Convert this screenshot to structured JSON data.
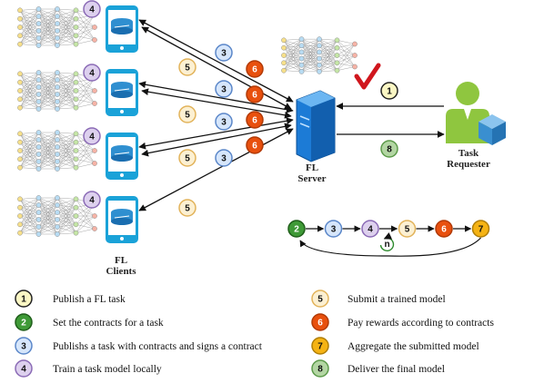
{
  "labels": {
    "server": [
      "FL",
      "Server"
    ],
    "clients": [
      "FL",
      "Clients"
    ],
    "requester": [
      "Task",
      "Requester"
    ],
    "loop": "n"
  },
  "steps": [
    {
      "n": "1",
      "text": "Publish a FL task",
      "fill": "#fbf7c4",
      "stroke": "#222222",
      "textColor": "#111111"
    },
    {
      "n": "2",
      "text": "Set the contracts for a task",
      "fill": "#3f9a37",
      "stroke": "#1f5e1a",
      "textColor": "#ffffff"
    },
    {
      "n": "3",
      "text": "Publishs a task with contracts and signs a contract",
      "fill": "#d6e6fb",
      "stroke": "#5b87c9",
      "textColor": "#111111"
    },
    {
      "n": "4",
      "text": "Train a task model locally",
      "fill": "#ddd0ee",
      "stroke": "#8b6bb6",
      "textColor": "#111111"
    },
    {
      "n": "5",
      "text": "Submit a trained model",
      "fill": "#fcf0d2",
      "stroke": "#e2b35a",
      "textColor": "#111111"
    },
    {
      "n": "6",
      "text": "Pay rewards according to contracts",
      "fill": "#e8500e",
      "stroke": "#b23a05",
      "textColor": "#ffffff"
    },
    {
      "n": "7",
      "text": "Aggregate the submitted model",
      "fill": "#f5b314",
      "stroke": "#b07e05",
      "textColor": "#111111"
    },
    {
      "n": "8",
      "text": "Deliver the final model",
      "fill": "#b3d6a3",
      "stroke": "#5c9a49",
      "textColor": "#111111"
    }
  ],
  "flow": [
    "2",
    "3",
    "4",
    "5",
    "6",
    "7"
  ],
  "colors": {
    "phone": "#1aa2d8",
    "server": "#1c7bd6",
    "requester_body": "#8fc63f",
    "requester_cube": "#4ea0d9",
    "check": "#d0161d",
    "arrow": "#111111"
  }
}
